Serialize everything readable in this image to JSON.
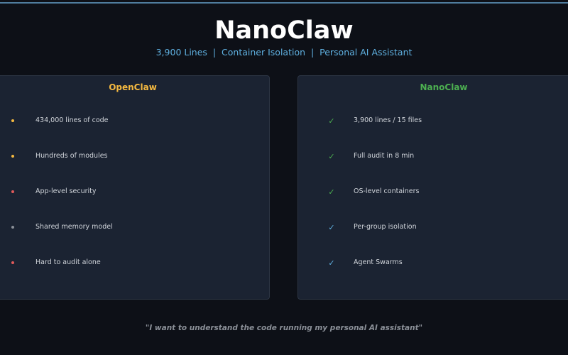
{
  "header": {
    "title": "NanoClaw",
    "subtitle": "3,900 Lines  |  Container Isolation  |  Personal AI Assistant"
  },
  "left_card": {
    "title": "OpenClaw",
    "title_color": "#f5b940",
    "items": [
      {
        "label": "434,000 lines of code",
        "marker": "dot",
        "color": "#f5b940"
      },
      {
        "label": "Hundreds of modules",
        "marker": "dot",
        "color": "#f5b940"
      },
      {
        "label": "App-level security",
        "marker": "dot",
        "color": "#e05a5a"
      },
      {
        "label": "Shared memory model",
        "marker": "dot",
        "color": "#8a8f98"
      },
      {
        "label": "Hard to audit alone",
        "marker": "dot",
        "color": "#e05a5a"
      }
    ]
  },
  "right_card": {
    "title": "NanoClaw",
    "title_color": "#4caf50",
    "items": [
      {
        "label": "3,900 lines / 15 files",
        "marker": "✓",
        "color": "#4caf50"
      },
      {
        "label": "Full audit in 8 min",
        "marker": "✓",
        "color": "#4caf50"
      },
      {
        "label": "OS-level containers",
        "marker": "✓",
        "color": "#4caf50"
      },
      {
        "label": "Per-group isolation",
        "marker": "✓",
        "color": "#5fb0e0"
      },
      {
        "label": "Agent Swarms",
        "marker": "✓",
        "color": "#5fb0e0"
      }
    ]
  },
  "footer": {
    "quote": "\"I want to understand the code running my personal AI assistant\""
  }
}
